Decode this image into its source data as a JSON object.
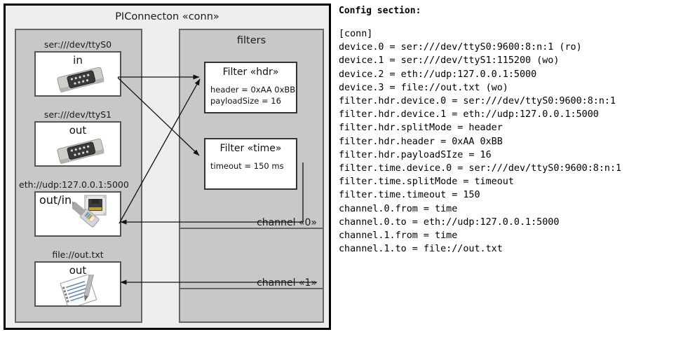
{
  "diagram": {
    "title": "PIConnecton «conn»",
    "devices_panel": {
      "title": "",
      "devices": [
        {
          "label": "ser:///dev/ttyS0",
          "io": "in",
          "icon": "serial-port-icon"
        },
        {
          "label": "ser:///dev/ttyS1",
          "io": "out",
          "icon": "serial-port-icon"
        },
        {
          "label": "eth://udp:127.0.0.1:5000",
          "io": "out/in",
          "icon": "ethernet-port-icon"
        },
        {
          "label": "file://out.txt",
          "io": "out",
          "icon": "text-file-icon"
        }
      ]
    },
    "filters_panel": {
      "title": "filters",
      "filters": [
        {
          "title": "Filter «hdr»",
          "props": [
            "header = 0xAA 0xBB",
            "payloadSize = 16"
          ]
        },
        {
          "title": "Filter «time»",
          "props": [
            "timeout = 150 ms"
          ]
        }
      ],
      "channels": [
        {
          "label": "channel «0»"
        },
        {
          "label": "channel «1»"
        }
      ]
    }
  },
  "config": {
    "heading": "Config section:",
    "lines": "[conn]\ndevice.0 = ser:///dev/ttyS0:9600:8:n:1 (ro)\ndevice.1 = ser:///dev/ttyS1:115200 (wo)\ndevice.2 = eth://udp:127.0.0.1:5000\ndevice.3 = file://out.txt (wo)\nfilter.hdr.device.0 = ser:///dev/ttyS0:9600:8:n:1\nfilter.hdr.device.1 = eth://udp:127.0.0.1:5000\nfilter.hdr.splitMode = header\nfilter.hdr.header = 0xAA 0xBB\nfilter.hdr.payloadSIze = 16\nfilter.time.device.0 = ser:///dev/ttyS0:9600:8:n:1\nfilter.time.splitMode = timeout\nfilter.time.timeout = 150\nchannel.0.from = time\nchannel.0.to = eth://udp:127.0.0.1:5000\nchannel.1.from = time\nchannel.1.to = file://out.txt"
  },
  "colors": {
    "panel_fill": "#c8c8c8",
    "component_fill": "#eeeeee",
    "box_fill": "#ffffff",
    "border_dark": "#000000",
    "border_gray": "#666666"
  }
}
